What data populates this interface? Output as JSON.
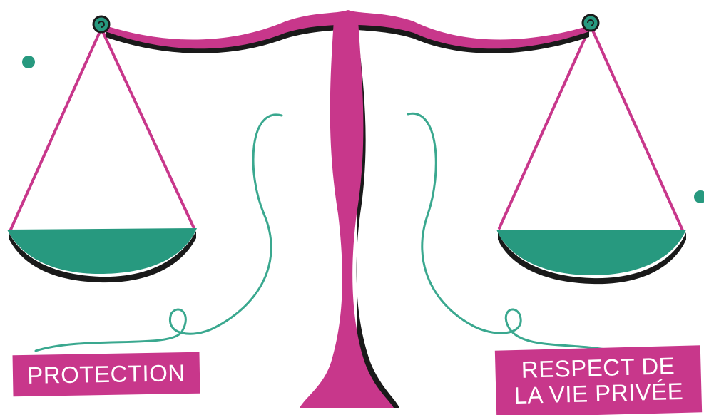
{
  "illustration": {
    "type": "balance-scale",
    "colors": {
      "beam_and_post": "#c8378b",
      "pans": "#27997f",
      "strings": "#3aa88f",
      "outline": "#1a1a1a",
      "dots": "#27997f"
    }
  },
  "labels": {
    "left": "PROTECTION",
    "right_line1": "RESPECT DE",
    "right_line2": "LA VIE PRIVÉE"
  }
}
